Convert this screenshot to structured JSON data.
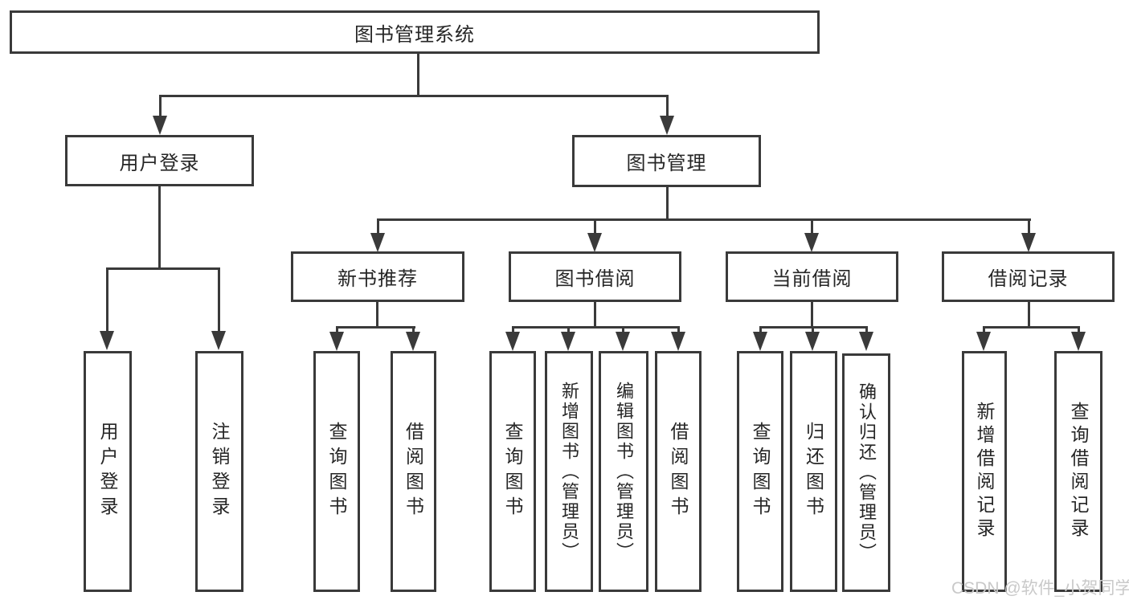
{
  "tree": {
    "label": "图书管理系统",
    "children": [
      {
        "label": "用户登录",
        "children": [
          {
            "label": "用户登录"
          },
          {
            "label": "注销登录"
          }
        ]
      },
      {
        "label": "图书管理",
        "children": [
          {
            "label": "新书推荐",
            "children": [
              {
                "label": "查询图书"
              },
              {
                "label": "借阅图书"
              }
            ]
          },
          {
            "label": "图书借阅",
            "children": [
              {
                "label": "查询图书"
              },
              {
                "label": "新增图书（管理员）"
              },
              {
                "label": "编辑图书（管理员）"
              },
              {
                "label": "借阅图书"
              }
            ]
          },
          {
            "label": "当前借阅",
            "children": [
              {
                "label": "查询图书"
              },
              {
                "label": "归还图书"
              },
              {
                "label": "确认归还（管理员）"
              }
            ]
          },
          {
            "label": "借阅记录",
            "children": [
              {
                "label": "新增借阅记录"
              },
              {
                "label": "查询借阅记录"
              }
            ]
          }
        ]
      }
    ]
  },
  "watermark": {
    "text": "CSDN @软件_小贺同学"
  },
  "colors": {
    "line": "#3a3a3a",
    "text": "#262626",
    "background": "#ffffff",
    "watermark": "#c9c9c9"
  }
}
